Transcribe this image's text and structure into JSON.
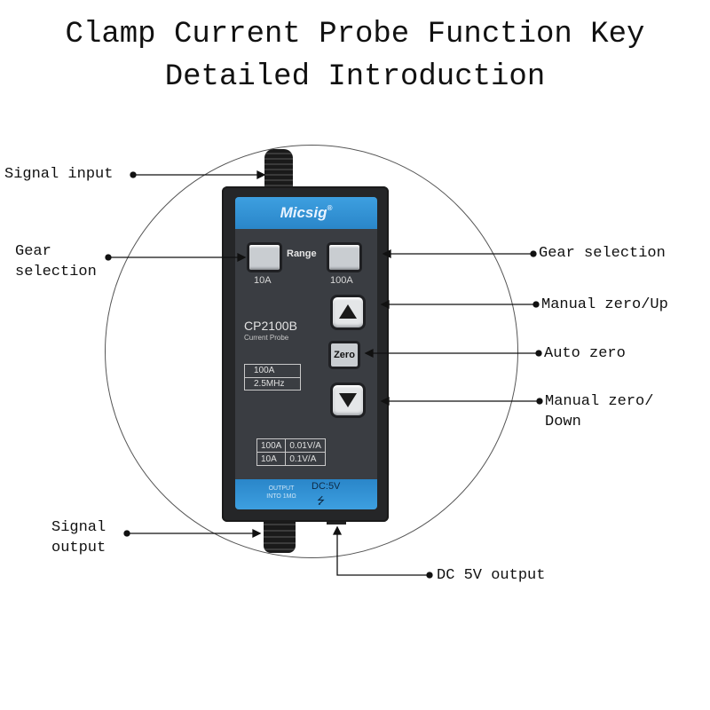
{
  "title": {
    "line1": "Clamp Current Probe Function Key",
    "line2": "Detailed Introduction"
  },
  "device": {
    "brand": "Micsig",
    "brand_mark": "®",
    "range_label": "Range",
    "button_left_caption": "10A",
    "button_right_caption": "100A",
    "zero_button": "Zero",
    "model": "CP2100B",
    "model_subtitle": "Current Probe",
    "spec": [
      "100A",
      "2.5MHz"
    ],
    "ratio_table": [
      [
        "100A",
        "0.01V/A"
      ],
      [
        "10A",
        "0.1V/A"
      ]
    ],
    "output_label_line1": "OUTPUT",
    "output_label_line2": "INTO 1MΩ",
    "dc_label": "DC:5V",
    "usb_symbol": "⭍",
    "colors": {
      "accent_blue": "#2a86c9",
      "body": "#252628",
      "panel": "#3a3d42"
    }
  },
  "callouts": {
    "signal_input": "Signal input",
    "gear_selection_left": "Gear\nselection",
    "gear_selection_right": "Gear selection",
    "manual_zero_up": "Manual zero/Up",
    "auto_zero": "Auto zero",
    "manual_zero_down": "Manual zero/\nDown",
    "signal_output": "Signal\noutput",
    "dc_5v_output": "DC 5V output"
  }
}
